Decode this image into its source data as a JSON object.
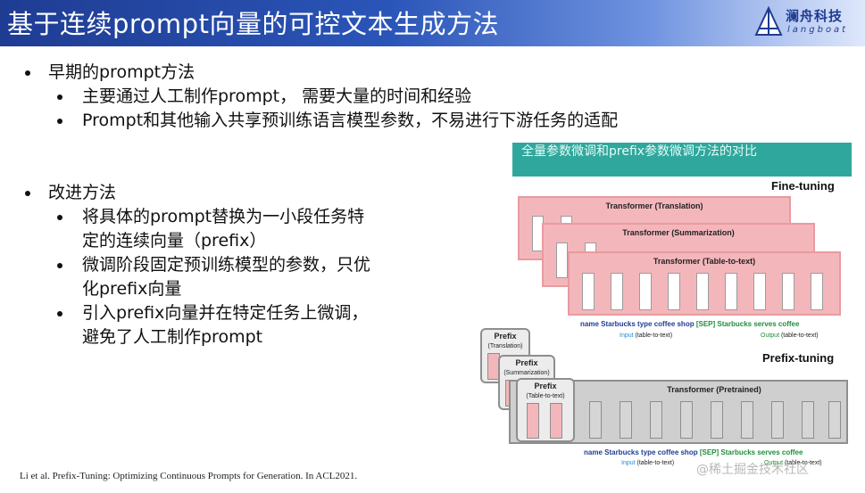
{
  "header": {
    "title": "基于连续prompt向量的可控文本生成方法",
    "logo_cn": "澜舟科技",
    "logo_en": "langboat",
    "accent": "#1f3c93"
  },
  "bullets": [
    {
      "text": "早期的prompt方法",
      "subs": [
        "主要通过人工制作prompt， 需要大量的时间和经验",
        "Prompt和其他输入共享预训练语言模型参数，不易进行下游任务的适配"
      ]
    },
    {
      "text": "改进方法",
      "subs": [
        [
          "将具体的prompt替换为一小段任务特",
          "定的连续向量（prefix）"
        ],
        [
          "微调阶段固定预训练模型的参数，只优",
          "化prefix向量"
        ],
        [
          "引入prefix向量并在特定任务上微调，",
          "避免了人工制作prompt"
        ]
      ]
    }
  ],
  "figure": {
    "banner": "全量参数微调和prefix参数微调方法的对比",
    "fine_tuning_label": "Fine-tuning",
    "prefix_tuning_label": "Prefix-tuning",
    "transformers": [
      "Transformer (Translation)",
      "Transformer (Summarization)",
      "Transformer (Table-to-text)"
    ],
    "pretrained": "Transformer  (Pretrained)",
    "prefixes": [
      {
        "title": "Prefix",
        "task": "(Translation)"
      },
      {
        "title": "Prefix",
        "task": "(Summarization)"
      },
      {
        "title": "Prefix",
        "task": "(Table-to-text)"
      }
    ],
    "input_words": "name  Starbucks  type  coffee  shop",
    "sep_words": "[SEP]",
    "output_words": "Starbucks  serves  coffee",
    "input_label": "Input",
    "input_task": "(table-to-text)",
    "output_label": "Output",
    "output_task": "(table-to-text)"
  },
  "footnote": "Li et al. Prefix-Tuning: Optimizing Continuous Prompts for Generation. In ACL2021.",
  "watermark": "@稀土掘金技术社区"
}
